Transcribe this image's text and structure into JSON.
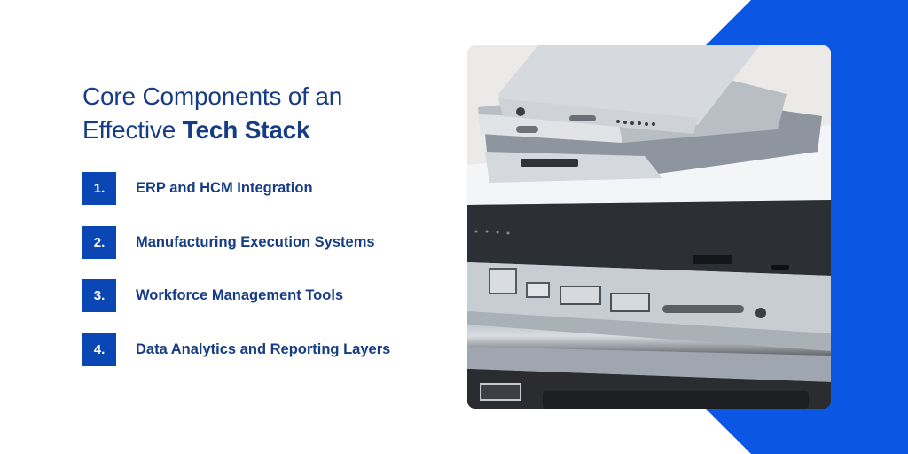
{
  "heading": {
    "line1": "Core Components of an",
    "line2_regular": "Effective ",
    "line2_bold": "Tech Stack"
  },
  "items": [
    {
      "number": "1.",
      "label": "ERP and HCM Integration"
    },
    {
      "number": "2.",
      "label": "Manufacturing Execution Systems"
    },
    {
      "number": "3.",
      "label": "Workforce Management Tools"
    },
    {
      "number": "4.",
      "label": "Data Analytics and Reporting Layers"
    }
  ],
  "image": {
    "description": "stacked-smartphones-and-laptops-photo"
  },
  "colors": {
    "accent_blue": "#0B57E3",
    "number_box": "#0A47B5",
    "text_navy": "#163C86",
    "background": "#ffffff"
  }
}
